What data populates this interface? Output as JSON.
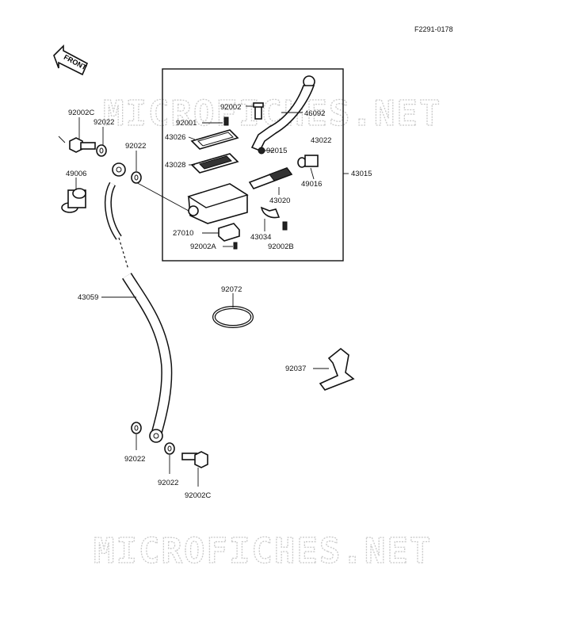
{
  "diagram_code": "F2291-0178",
  "front_label": "FRONT",
  "watermark": "MICROFICHES.NET",
  "parts": {
    "p92002C_top": "92002C",
    "p92022_top_a": "92022",
    "p92022_top_b": "92022",
    "p49006": "49006",
    "p92002": "92002",
    "p46092": "46092",
    "p92001": "92001",
    "p43026": "43026",
    "p43028": "43028",
    "p92015": "92015",
    "p43022": "43022",
    "p43015": "43015",
    "p49016": "49016",
    "p43020": "43020",
    "p27010": "27010",
    "p43034": "43034",
    "p92002A": "92002A",
    "p92002B": "92002B",
    "p92072": "92072",
    "p43059": "43059",
    "p92037": "92037",
    "p92022_bot_a": "92022",
    "p92022_bot_b": "92022",
    "p92002C_bot": "92002C"
  }
}
